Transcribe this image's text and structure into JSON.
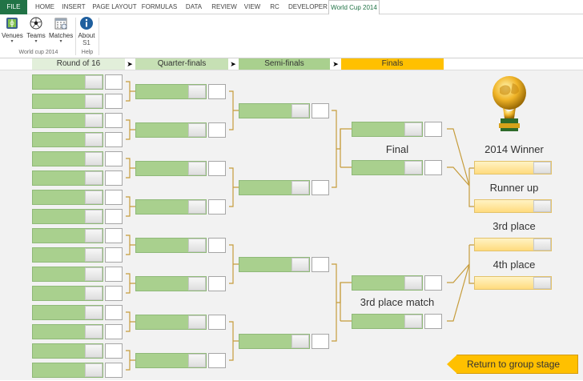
{
  "ribbon_tabs": [
    "FILE",
    "HOME",
    "INSERT",
    "PAGE LAYOUT",
    "FORMULAS",
    "DATA",
    "REVIEW",
    "VIEW",
    "RC",
    "DEVELOPER",
    "World Cup 2014"
  ],
  "ribbon": {
    "venues": "Venues",
    "teams": "Teams",
    "matches": "Matches",
    "about": "About",
    "about_sub": "S1",
    "group_worldcup": "World cup 2014",
    "group_help": "Help"
  },
  "rounds": [
    "Round of 16",
    "Quarter-finals",
    "Semi-finals",
    "Finals"
  ],
  "labels": {
    "final": "Final",
    "third_place_match": "3rd place match",
    "winner": "2014 Winner",
    "runner_up": "Runner up",
    "third_place": "3rd place",
    "fourth_place": "4th place"
  },
  "return_button": "Return to group stage",
  "colors": {
    "excel_green": "#217346",
    "team_green": "#a9d08e",
    "finals_gold": "#ffc000",
    "bracket_line": "#c69c3b"
  }
}
